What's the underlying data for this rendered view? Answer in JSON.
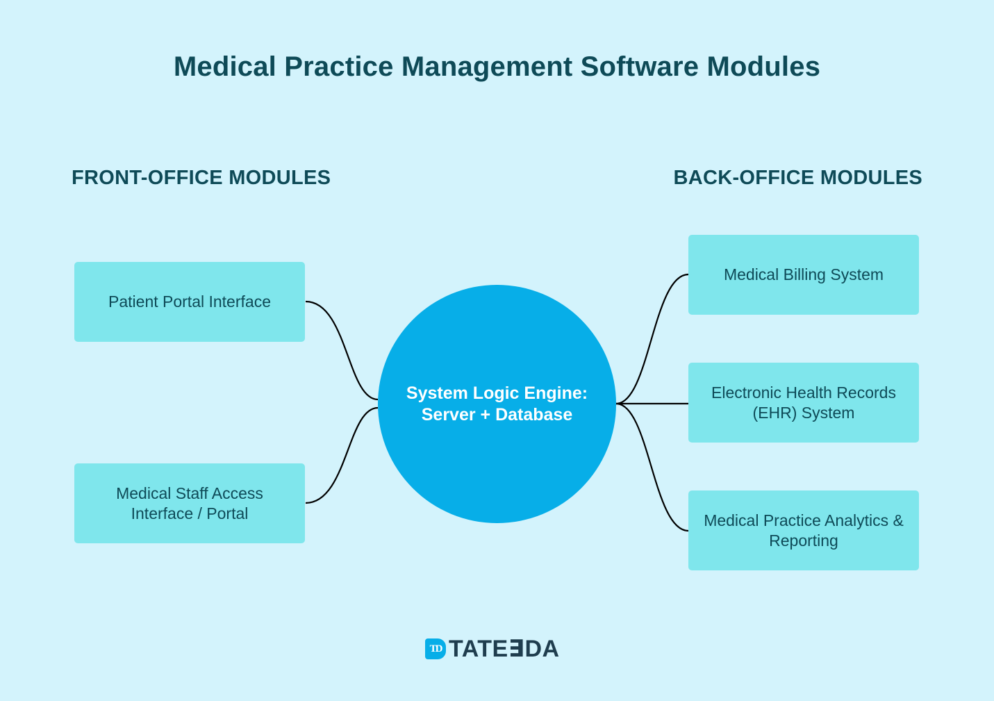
{
  "title": "Medical Practice Management Software Modules",
  "front_office": {
    "heading": "FRONT-OFFICE MODULES",
    "modules": [
      {
        "label": "Patient Portal Interface"
      },
      {
        "label": "Medical Staff Access Interface / Portal"
      }
    ]
  },
  "back_office": {
    "heading": "BACK-OFFICE MODULES",
    "modules": [
      {
        "label": "Medical Billing System"
      },
      {
        "label": "Electronic Health Records (EHR) System"
      },
      {
        "label": "Medical Practice Analytics & Reporting"
      }
    ]
  },
  "hub": {
    "label": "System Logic Engine: Server + Database"
  },
  "logo": {
    "mark": "TD",
    "text": "TATE∃DA"
  },
  "colors": {
    "background": "#d3f3fc",
    "module_fill": "#7fe6ec",
    "hub_fill": "#07aee8",
    "text_dark": "#0e4a57"
  }
}
